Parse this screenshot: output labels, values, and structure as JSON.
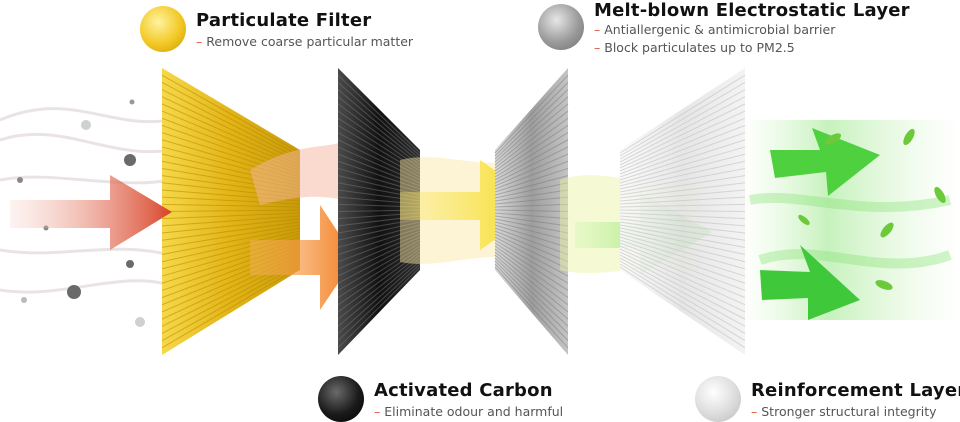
{
  "layers": [
    {
      "title": "Particulate Filter",
      "lines": [
        "Remove coarse particular matter"
      ],
      "swatch_icon": "yellow-granule-icon",
      "color": "#f2c823"
    },
    {
      "title": "Activated Carbon",
      "lines": [
        "Eliminate odour and harmful"
      ],
      "swatch_icon": "carbon-granule-icon",
      "color": "#1a1a1a"
    },
    {
      "title": "Melt-blown Electrostatic Layer",
      "lines": [
        "Antiallergenic & antimicrobial barrier",
        "Block particulates up to PM2.5"
      ],
      "swatch_icon": "grey-fiber-icon",
      "color": "#9a9a9a"
    },
    {
      "title": "Reinforcement Layer",
      "lines": [
        "Stronger structural integrity"
      ],
      "swatch_icon": "white-fiber-icon",
      "color": "#dcdcdc"
    }
  ],
  "dash": "–",
  "colors": {
    "airflow_in": "#e0523a",
    "airflow_mid": "#f5a623",
    "airflow_yellow": "#f7e21a",
    "airflow_out": "#4fd13f",
    "leaf": "#6cc93a"
  }
}
